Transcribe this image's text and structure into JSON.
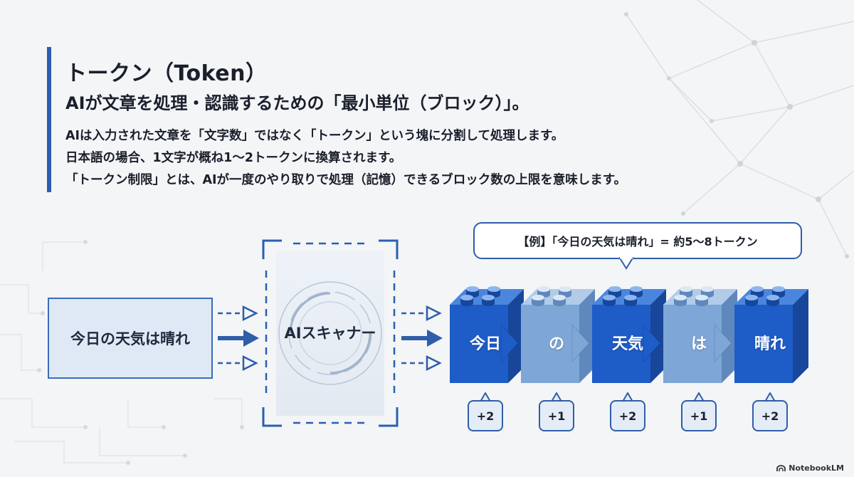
{
  "header": {
    "title": "トークン（Token）",
    "subtitle": "AIが文章を処理・認識するための「最小単位（ブロック）」。",
    "lines": [
      "AIは入力された文章を「文字数」ではなく「トークン」という塊に分割して処理します。",
      "日本語の場合、1文字が概ね1〜2トークンに換算されます。",
      "「トークン制限」とは、AIが一度のやり取りで処理（記憶）できるブロック数の上限を意味します。"
    ]
  },
  "diagram": {
    "input_text": "今日の天気は晴れ",
    "scanner_label": "AIスキャナー",
    "example_callout": "【例】「今日の天気は晴れ」= 約5〜8トークン",
    "tokens": [
      {
        "label": "今日",
        "count": "+2",
        "shade": "dark"
      },
      {
        "label": "の",
        "count": "+1",
        "shade": "light"
      },
      {
        "label": "天気",
        "count": "+2",
        "shade": "dark"
      },
      {
        "label": "は",
        "count": "+1",
        "shade": "light"
      },
      {
        "label": "晴れ",
        "count": "+2",
        "shade": "dark"
      }
    ]
  },
  "colors": {
    "accent": "#2a5fb0",
    "block_dark": "#1e5cc8",
    "block_light": "#7ea6d6",
    "background": "#f3f5f7"
  },
  "footer": {
    "brand": "NotebookLM"
  }
}
